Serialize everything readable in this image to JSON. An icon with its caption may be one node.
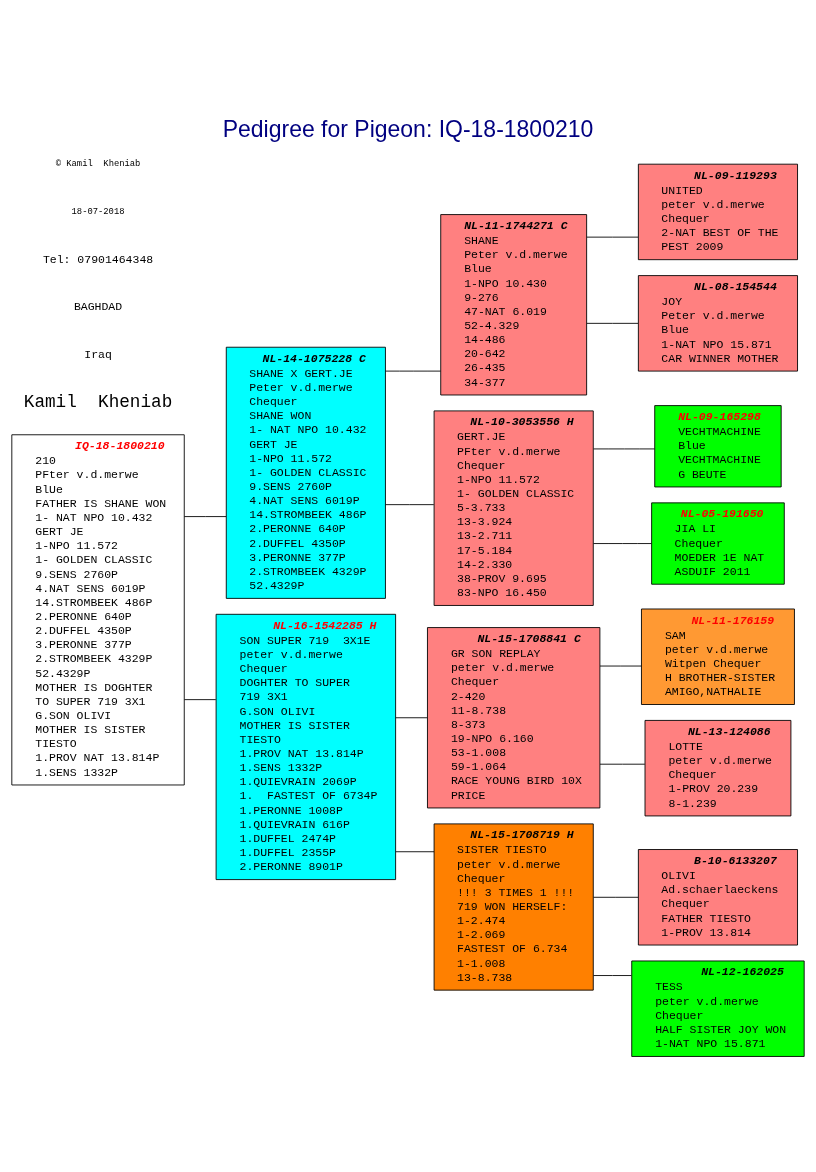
{
  "diagram": {
    "title": "Pedigree for Pigeon: IQ-18-1800210",
    "nodes": [
      {
        "text": [
          "IQ-18-1800210",
          "210",
          "PFter v.d.merwe",
          "BlUe",
          "FATHER IS SHANE WON",
          "1- NAT NPO 10.432",
          "GERT JE",
          "1-NPO 11.572",
          "1- GOLDEN CLASSIC",
          "9.SENS 2760P",
          "4.NAT SENS 6019P",
          "14.STROMBEEK 486P",
          "2.PERONNE 640P",
          "2.DUFFEL 4350P",
          "3.PERONNE 377P",
          "2.STROMBEEK 4329P",
          "52.4329P",
          "MOTHER IS DOGHTER",
          "TO SUPER 719 3X1",
          "G.SON OLIVI",
          "MOTHER IS SISTER",
          "TIESTO",
          "1.PROV NAT 13.814P",
          "1.SENS 1332P"
        ]
      },
      {
        "text": [
          "NL-14-1075228 C",
          "SHANE X GERT.JE",
          "Peter v.d.merwe",
          "Chequer",
          "SHANE WON",
          "1- NAT NPO 10.432",
          "GERT JE",
          "1-NPO 11.572",
          "1- GOLDEN CLASSIC",
          "9.SENS 2760P",
          "4.NAT SENS 6019P",
          "14.STROMBEEK 486P",
          "2.PERONNE 640P",
          "2.DUFFEL 4350P",
          "3.PERONNE 377P",
          "2.STROMBEEK 4329P",
          "52.4329P"
        ]
      },
      {
        "text": [
          "NL-16-1542285 H",
          "SON SUPER 719  3X1E",
          "peter v.d.merwe",
          "Chequer",
          "DOGHTER TO SUPER",
          "719 3X1",
          "G.SON OLIVI",
          "MOTHER IS SISTER",
          "TIESTO",
          "1.PROV NAT 13.814P",
          "1.SENS 1332P",
          "1.QUIEVRAIN 2069P",
          "1.  FASTEST OF 6734P",
          "1.PERONNE 1008P",
          "1.QUIEVRAIN 616P",
          "1.DUFFEL 2474P",
          "1.DUFFEL 2355P",
          "2.PERONNE 8901P"
        ]
      },
      {
        "text": [
          "NL-11-1744271 C",
          "SHANE",
          "Peter v.d.merwe",
          "Blue",
          "1-NPO 10.430",
          "9-276",
          "47-NAT 6.019",
          "52-4.329",
          "14-486",
          "20-642",
          "26-435",
          "34-377"
        ]
      },
      {
        "text": [
          "NL-10-3053556 H",
          "GERT.JE",
          "PFter v.d.merwe",
          "Chequer",
          "1-NPO 11.572",
          "1- GOLDEN CLASSIC",
          "5-3.733",
          "13-3.924",
          "13-2.711",
          "17-5.184",
          "14-2.330",
          "38-PROV 9.695",
          "83-NPO 16.450"
        ]
      },
      {
        "text": [
          "NL-15-1708841 C",
          "GR SON REPLAY",
          "peter v.d.merwe",
          "Chequer",
          "2-420",
          "11-8.738",
          "8-373",
          "19-NPO 6.160",
          "53-1.008",
          "59-1.064",
          "RACE YOUNG BIRD 10X",
          "PRICE"
        ]
      },
      {
        "text": [
          "NL-15-1708719 H",
          "SISTER TIESTO",
          "peter v.d.merwe",
          "Chequer",
          "!!! 3 TIMES 1 !!!",
          "719 WON HERSELF:",
          "1-2.474",
          "1-2.069",
          "FASTEST OF 6.734",
          "1-1.008",
          "13-8.738"
        ]
      },
      {
        "text": [
          "NL-09-119293",
          "UNITED",
          "peter v.d.merwe",
          "Chequer",
          "2-NAT BEST OF THE",
          "PEST 2009"
        ]
      },
      {
        "text": [
          "NL-08-154544",
          "JOY",
          "Peter v.d.merwe",
          "Blue",
          "1-NAT NPO 15.871",
          "CAR WINNER MOTHER"
        ]
      },
      {
        "text": [
          "NL-09-165298",
          "VECHTMACHINE",
          "Blue",
          "VECHTMACHINE",
          "G BEUTE"
        ]
      },
      {
        "text": [
          "NL-05-191650",
          "JIA LI",
          "Chequer",
          "MOEDER 1E NAT",
          "ASDUIF 2011"
        ]
      },
      {
        "text": [
          "NL-11-176159",
          "SAM",
          "peter v.d.merwe",
          "Witpen Chequer",
          "H BROTHER-SISTER",
          "AMIGO,NATHALIE"
        ]
      },
      {
        "text": [
          "NL-13-124086",
          "LOTTE",
          "peter v.d.merwe",
          "Chequer",
          "1-PROV 20.239",
          "8-1.239"
        ]
      },
      {
        "text": [
          "B-10-6133207",
          "OLIVI",
          "Ad.schaerlaeckens",
          "Chequer",
          "FATHER TIESTO",
          "1-PROV 13.814"
        ]
      },
      {
        "text": [
          "NL-12-162025",
          "TESS",
          "peter v.d.merwe",
          "Chequer",
          "HALF SISTER JOY WON",
          "1-NAT NPO 15.871"
        ]
      }
    ],
    "edges": [
      {
        "from": 0,
        "to": 1,
        "arrow": "none"
      },
      {
        "from": 0,
        "to": 2,
        "arrow": "none"
      },
      {
        "from": 1,
        "to": 3,
        "arrow": "none"
      },
      {
        "from": 1,
        "to": 4,
        "arrow": "none"
      },
      {
        "from": 2,
        "to": 5,
        "arrow": "none"
      },
      {
        "from": 2,
        "to": 6,
        "arrow": "none"
      },
      {
        "from": 3,
        "to": 7,
        "arrow": "none"
      },
      {
        "from": 3,
        "to": 8,
        "arrow": "none"
      },
      {
        "from": 4,
        "to": 9,
        "arrow": "none"
      },
      {
        "from": 4,
        "to": 10,
        "arrow": "none"
      },
      {
        "from": 5,
        "to": 11,
        "arrow": "none"
      },
      {
        "from": 5,
        "to": 12,
        "arrow": "none"
      },
      {
        "from": 6,
        "to": 13,
        "arrow": "none"
      },
      {
        "from": 6,
        "to": 14,
        "arrow": "none"
      }
    ],
    "labels": [
      "Kamil  Kheniab",
      "Iraq",
      "BAGHDAD",
      "Tel: 07901464348",
      "18-07-2018",
      "© Kamil  Kheniab"
    ]
  }
}
